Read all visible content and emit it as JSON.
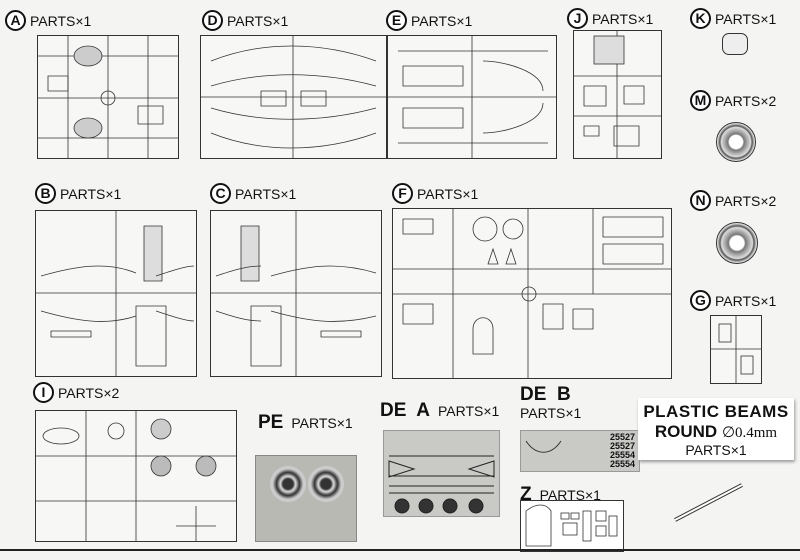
{
  "panels": {
    "A": {
      "letter": "A",
      "qty": "PARTS×1"
    },
    "D": {
      "letter": "D",
      "qty": "PARTS×1"
    },
    "E": {
      "letter": "E",
      "qty": "PARTS×1"
    },
    "J": {
      "letter": "J",
      "qty": "PARTS×1"
    },
    "K": {
      "letter": "K",
      "qty": "PARTS×1"
    },
    "M": {
      "letter": "M",
      "qty": "PARTS×2"
    },
    "N": {
      "letter": "N",
      "qty": "PARTS×2"
    },
    "G": {
      "letter": "G",
      "qty": "PARTS×1"
    },
    "B": {
      "letter": "B",
      "qty": "PARTS×1"
    },
    "C": {
      "letter": "C",
      "qty": "PARTS×1"
    },
    "F": {
      "letter": "F",
      "qty": "PARTS×1"
    },
    "I": {
      "letter": "I",
      "qty": "PARTS×2"
    }
  },
  "pe": {
    "name": "PE",
    "qty": "PARTS×1"
  },
  "de_a": {
    "name": "DE  A",
    "qty": "PARTS×1"
  },
  "de_b": {
    "name": "DE  B",
    "qty": "PARTS×1",
    "numbers": [
      "25527",
      "25527",
      "25554",
      "25554"
    ]
  },
  "z": {
    "name": "Z",
    "qty": "PARTS×1"
  },
  "beams": {
    "line1": "PLASTIC BEAMS",
    "line2": "ROUND",
    "diameter": "∅0.4mm",
    "qty": "PARTS×1"
  }
}
